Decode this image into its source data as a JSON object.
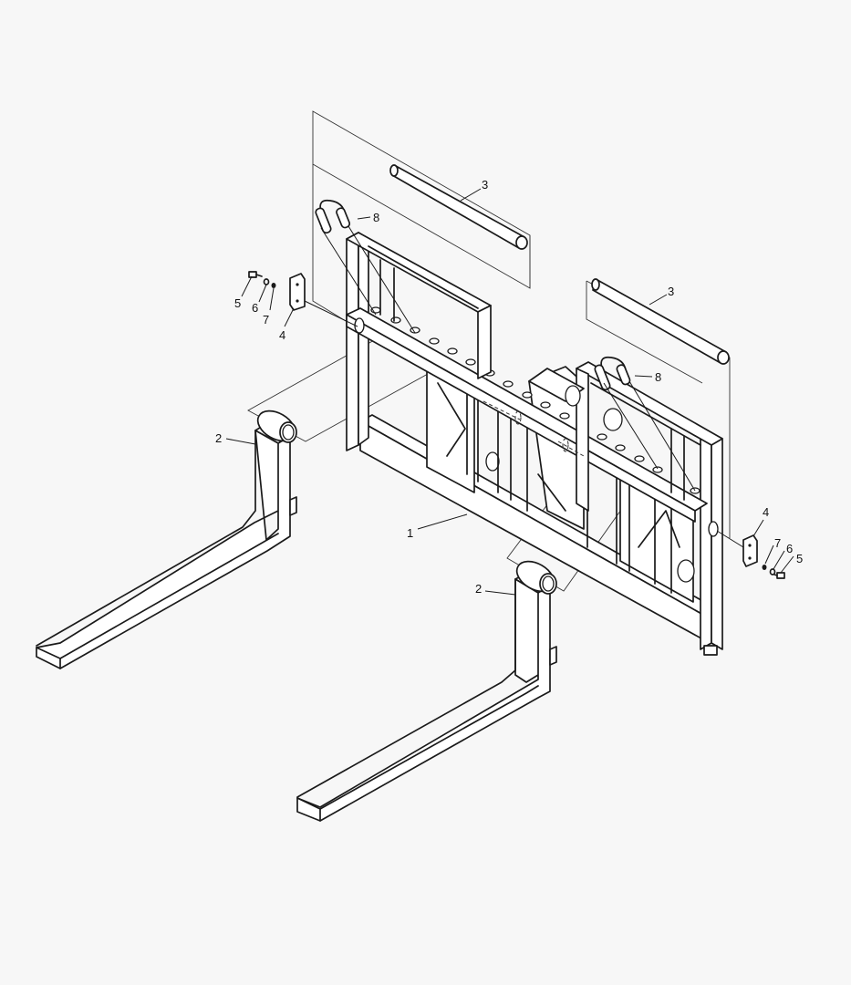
{
  "callouts": {
    "c1": "1",
    "c2a": "2",
    "c2b": "2",
    "c3a": "3",
    "c3b": "3",
    "c4a": "4",
    "c4b": "4",
    "c5a": "5",
    "c5b": "5",
    "c6a": "6",
    "c6b": "6",
    "c7a": "7",
    "c7b": "7",
    "c8a": "8",
    "c8b": "8"
  },
  "colors": {
    "background": "#f7f7f7",
    "line": "#1a1a1a",
    "part_fill": "#ffffff"
  }
}
